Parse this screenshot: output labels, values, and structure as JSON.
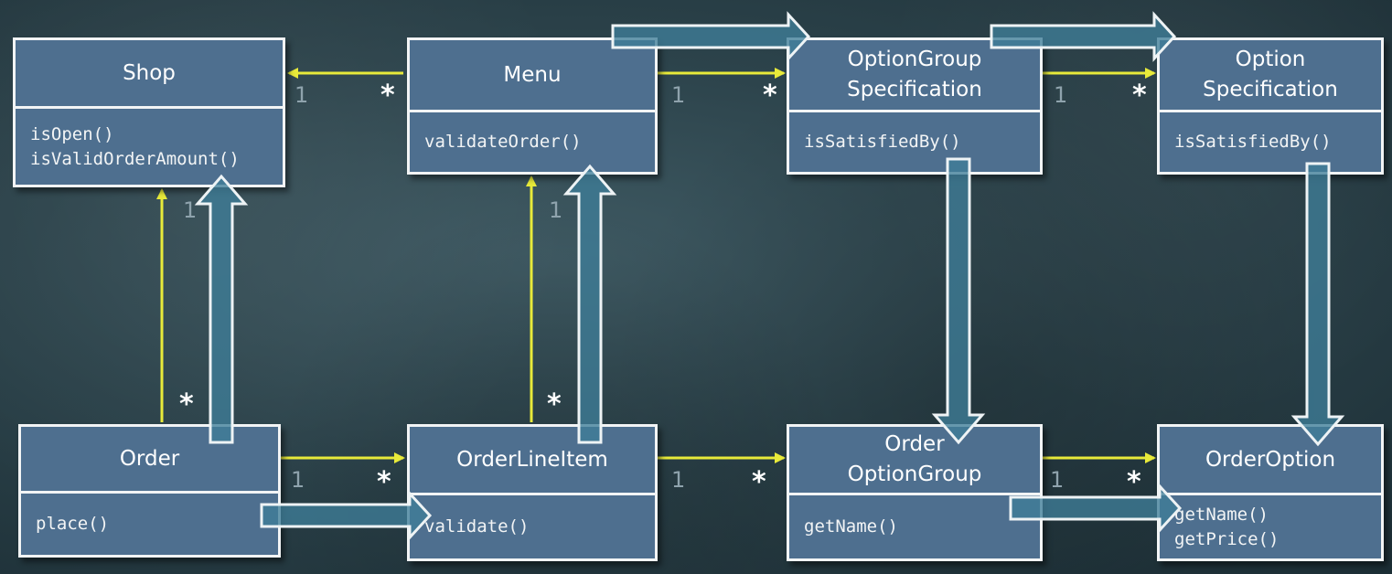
{
  "colors": {
    "association": "#e8ea3a",
    "class_fill": "#4e6f8f",
    "class_border": "#f2f4f5",
    "flow_arrow_fill": "#3f7d98",
    "flow_arrow_stroke": "#eef3f5"
  },
  "classes": {
    "shop": {
      "name": [
        "Shop"
      ],
      "operations": [
        "isOpen()",
        "isValidOrderAmount()"
      ]
    },
    "menu": {
      "name": [
        "Menu"
      ],
      "operations": [
        "validateOrder()"
      ]
    },
    "option_group_spec": {
      "name": [
        "OptionGroup",
        "Specification"
      ],
      "operations": [
        "isSatisfiedBy()"
      ]
    },
    "option_spec": {
      "name": [
        "Option",
        "Specification"
      ],
      "operations": [
        "isSatisfiedBy()"
      ]
    },
    "order": {
      "name": [
        "Order"
      ],
      "operations": [
        "place()"
      ]
    },
    "order_line_item": {
      "name": [
        "OrderLineItem"
      ],
      "operations": [
        "validate()"
      ]
    },
    "order_option_group": {
      "name": [
        "Order",
        "OptionGroup"
      ],
      "operations": [
        "getName()"
      ]
    },
    "order_option": {
      "name": [
        "OrderOption"
      ],
      "operations": [
        "getName()",
        "getPrice()"
      ]
    }
  },
  "associations": [
    {
      "from": "menu",
      "to": "shop",
      "source_multiplicity": "*",
      "target_multiplicity": "1"
    },
    {
      "from": "menu",
      "to": "option_group_spec",
      "source_multiplicity": "1",
      "target_multiplicity": "*"
    },
    {
      "from": "option_group_spec",
      "to": "option_spec",
      "source_multiplicity": "1",
      "target_multiplicity": "*"
    },
    {
      "from": "order",
      "to": "shop",
      "source_multiplicity": "*",
      "target_multiplicity": "1"
    },
    {
      "from": "order_line_item",
      "to": "menu",
      "source_multiplicity": "*",
      "target_multiplicity": "1"
    },
    {
      "from": "order",
      "to": "order_line_item",
      "source_multiplicity": "1",
      "target_multiplicity": "*"
    },
    {
      "from": "order_line_item",
      "to": "order_option_group",
      "source_multiplicity": "1",
      "target_multiplicity": "*"
    },
    {
      "from": "order_option_group",
      "to": "order_option",
      "source_multiplicity": "1",
      "target_multiplicity": "*"
    }
  ],
  "flow_arrows": [
    {
      "from": "order",
      "to": "shop"
    },
    {
      "from": "order",
      "to": "order_line_item"
    },
    {
      "from": "order_line_item",
      "to": "menu"
    },
    {
      "from": "menu",
      "to": "option_group_spec"
    },
    {
      "from": "option_group_spec",
      "to": "option_spec"
    },
    {
      "from": "option_group_spec",
      "to": "order_option_group"
    },
    {
      "from": "option_spec",
      "to": "order_option"
    },
    {
      "from": "order_option_group",
      "to": "order_option"
    }
  ]
}
